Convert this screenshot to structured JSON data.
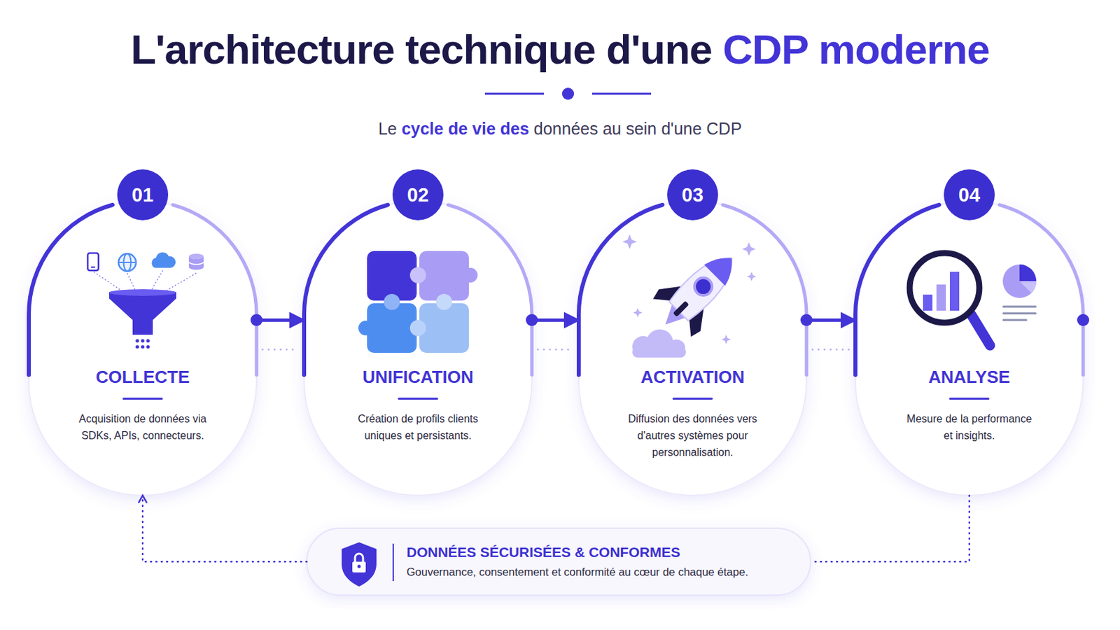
{
  "diagram": {
    "title": "L'architecture technique d'une CDP moderne",
    "nodes": [
      {
        "text": [
          "01",
          "COLLECTE",
          "Acquisition de données via SDKs, APIs, connecteurs."
        ]
      },
      {
        "text": [
          "02",
          "UNIFICATION",
          "Création de profils clients uniques et persistants."
        ]
      },
      {
        "text": [
          "03",
          "ACTIVATION",
          "Diffusion des données vers d'autres systèmes pour personnalisation."
        ]
      },
      {
        "text": [
          "04",
          "ANALYSE",
          "Mesure de la performance et insights."
        ]
      },
      {
        "text": [
          "DONNÉES SÉCURISÉES & CONFORMES",
          "Gouvernance, consentement et conformité au cœur de chaque étape."
        ]
      }
    ],
    "edges": [
      {
        "from": 0,
        "to": 1,
        "arrow": "to"
      },
      {
        "from": 1,
        "to": 2,
        "arrow": "to"
      },
      {
        "from": 2,
        "to": 3,
        "arrow": "to"
      },
      {
        "from": 3,
        "to": 4,
        "arrow": "none"
      },
      {
        "from": 4,
        "to": 0,
        "arrow": "to"
      }
    ],
    "labels": [
      "Le cycle de vie des données au sein d'une CDP"
    ]
  }
}
